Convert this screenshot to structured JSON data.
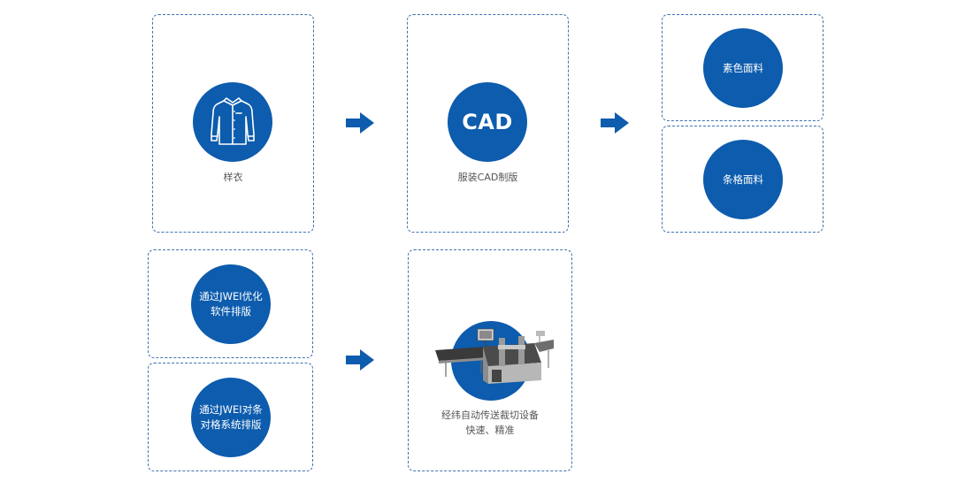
{
  "colors": {
    "accent": "#0d5cad",
    "border": "#3f72b0",
    "text": "#555555"
  },
  "steps": {
    "sample": {
      "caption": "样衣",
      "icon": "shirt-icon"
    },
    "cad": {
      "circle_text": "CAD",
      "caption": "服装CAD制版"
    },
    "fabric_plain": {
      "circle_text": "素色面料"
    },
    "fabric_striped": {
      "circle_text": "条格面料"
    },
    "optimize": {
      "line1": "通过JWEI优化",
      "line2": "软件排版"
    },
    "match": {
      "line1": "通过JWEI对条",
      "line2": "对格系统排版"
    },
    "cutter": {
      "icon": "cutting-machine-icon",
      "line1": "经纬自动传送裁切设备",
      "line2": "快速、精准"
    }
  },
  "arrows": [
    "arrow-right-icon",
    "arrow-right-icon",
    "arrow-right-icon"
  ]
}
